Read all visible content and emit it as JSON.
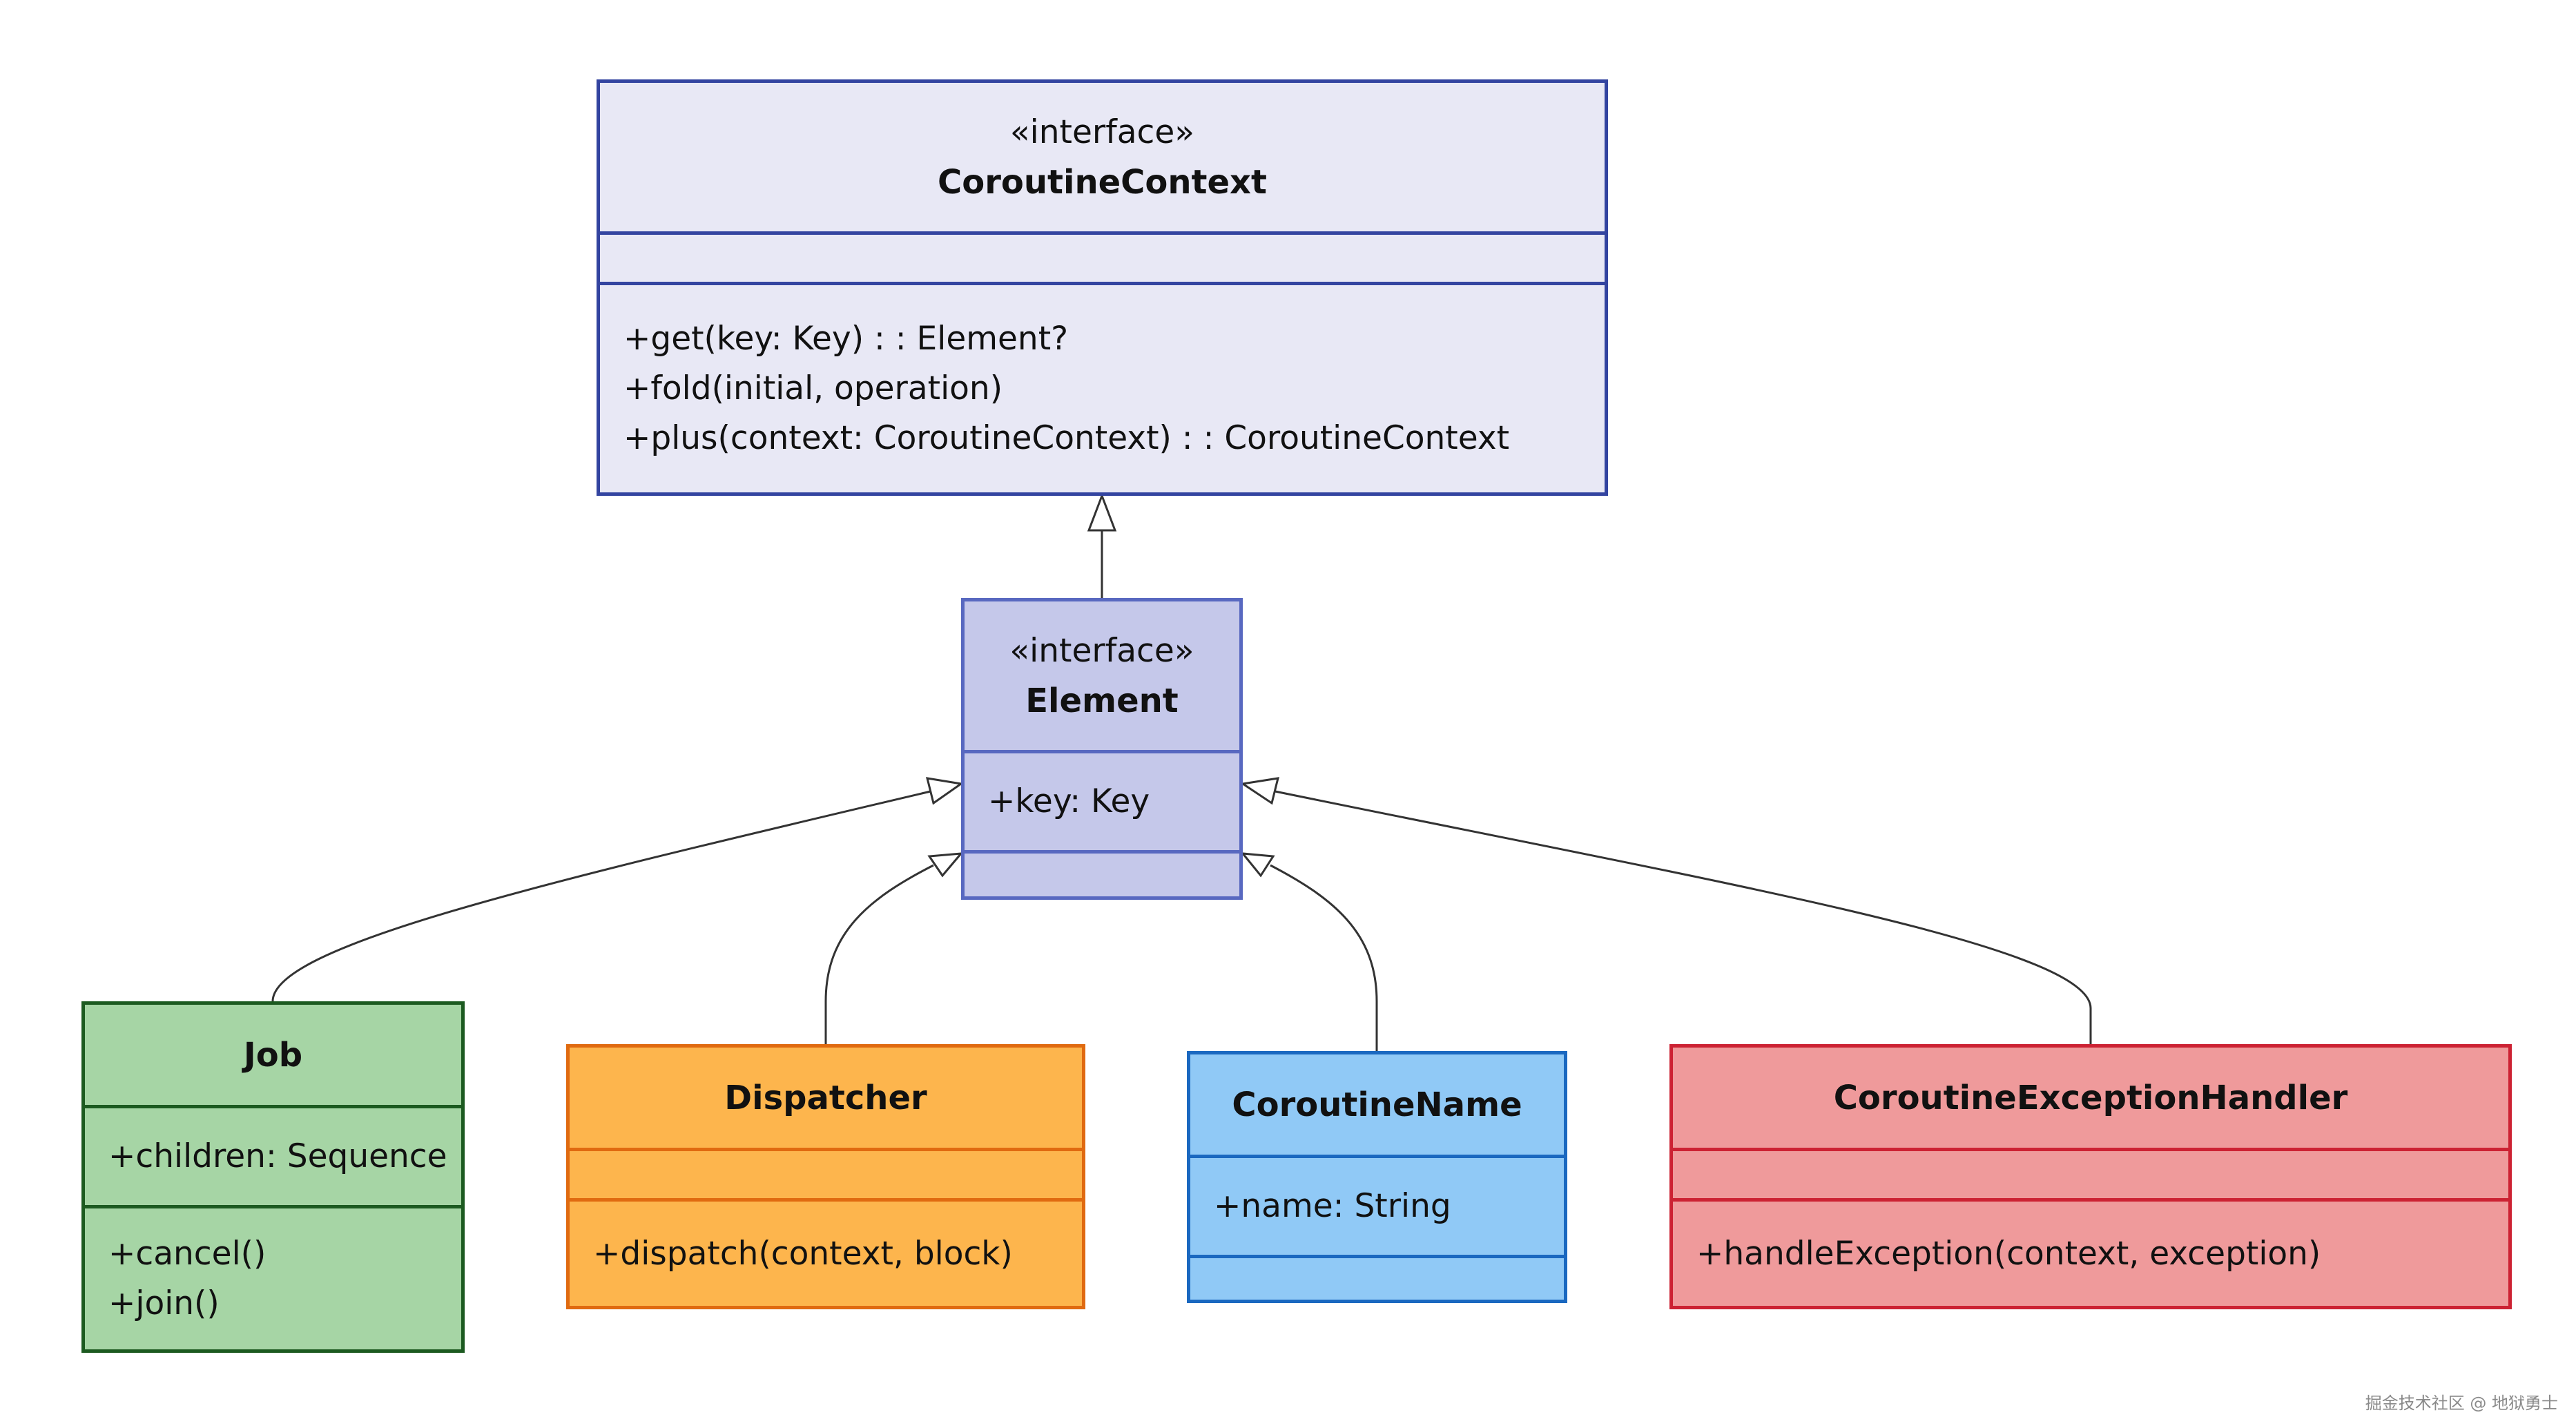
{
  "diagram": {
    "classes": [
      {
        "id": "coroutine-context",
        "stereotype": "«interface»",
        "name": "CoroutineContext",
        "attributes": [],
        "methods": [
          "+get(key: Key) : : Element?",
          "+fold(initial, operation)",
          "+plus(context: CoroutineContext) : : CoroutineContext"
        ],
        "fill": "#e8e8f5",
        "stroke": "#3344a0"
      },
      {
        "id": "element",
        "stereotype": "«interface»",
        "name": "Element",
        "attributes": [
          "+key: Key"
        ],
        "methods": [],
        "fill": "#c5c8ea",
        "stroke": "#5868c0"
      },
      {
        "id": "job",
        "stereotype": "",
        "name": "Job",
        "attributes": [
          "+children: Sequence"
        ],
        "methods": [
          "+cancel()",
          "+join()"
        ],
        "fill": "#a6d5a5",
        "stroke": "#1c5a20"
      },
      {
        "id": "dispatcher",
        "stereotype": "",
        "name": "Dispatcher",
        "attributes": [],
        "methods": [
          "+dispatch(context, block)"
        ],
        "fill": "#fdb54d",
        "stroke": "#e06a10"
      },
      {
        "id": "coroutine-name",
        "stereotype": "",
        "name": "CoroutineName",
        "attributes": [
          "+name: String"
        ],
        "methods": [],
        "fill": "#90c9f6",
        "stroke": "#1a68c0"
      },
      {
        "id": "exception-handler",
        "stereotype": "",
        "name": "CoroutineExceptionHandler",
        "attributes": [],
        "methods": [
          "+handleException(context, exception)"
        ],
        "fill": "#ef9a9b",
        "stroke": "#cc2233"
      }
    ],
    "relations": [
      {
        "from": "element",
        "to": "coroutine-context",
        "type": "inheritance"
      },
      {
        "from": "job",
        "to": "element",
        "type": "inheritance"
      },
      {
        "from": "dispatcher",
        "to": "element",
        "type": "inheritance"
      },
      {
        "from": "coroutine-name",
        "to": "element",
        "type": "inheritance"
      },
      {
        "from": "exception-handler",
        "to": "element",
        "type": "inheritance"
      }
    ]
  },
  "watermark": "掘金技术社区 @ 地狱勇士"
}
